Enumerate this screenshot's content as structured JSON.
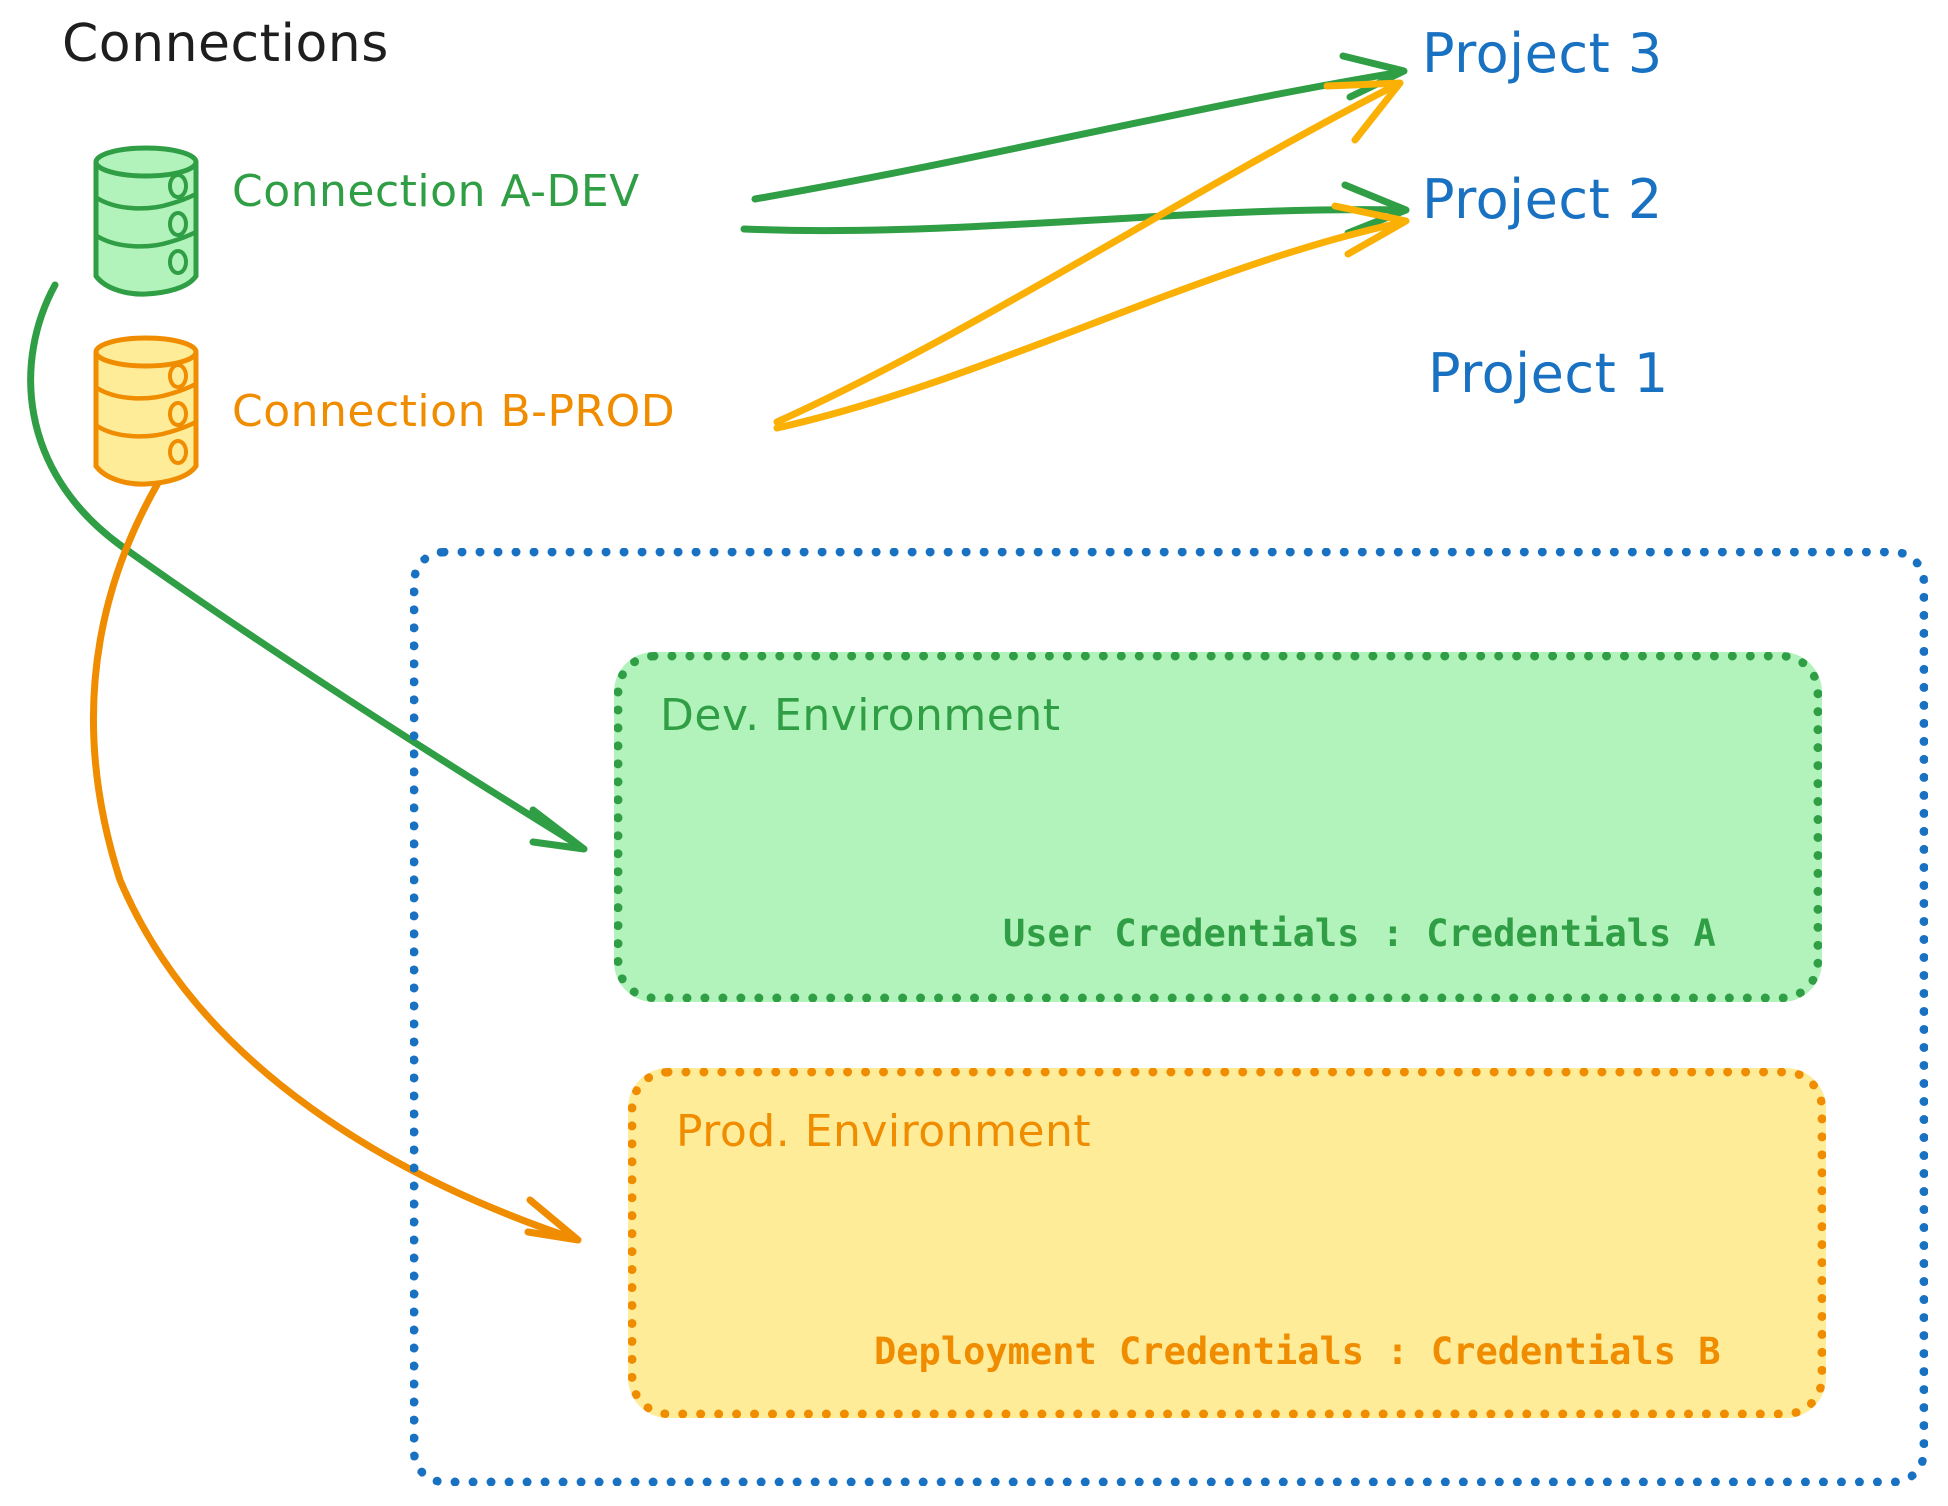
{
  "diagram": {
    "title": "Connections",
    "colors": {
      "green_stroke": "#2f9e44",
      "green_fill": "#b2f2bb",
      "orange_stroke": "#f08c00",
      "orange_fill": "#ffec99",
      "arrow_orange": "#fab005",
      "blue": "#1971c2",
      "black": "#1e1e1e",
      "background": "#ffffff"
    }
  },
  "connections": [
    {
      "id": "a-dev",
      "label": "Connection A-DEV",
      "icon": "database-cylinder-icon",
      "color": "#2f9e44",
      "targets": [
        "Project 3",
        "Project 2",
        "Dev. Environment"
      ]
    },
    {
      "id": "b-prod",
      "label": "Connection B-PROD",
      "icon": "database-cylinder-icon",
      "color": "#f08c00",
      "targets": [
        "Project 3",
        "Project 2",
        "Prod. Environment"
      ]
    }
  ],
  "projects": [
    {
      "id": "project-3",
      "label": "Project 3"
    },
    {
      "id": "project-2",
      "label": "Project 2"
    },
    {
      "id": "project-1",
      "label": "Project 1"
    }
  ],
  "project1": {
    "label": "Project 1",
    "environments": [
      {
        "id": "dev",
        "title": "Dev. Environment",
        "credential_key": "User Credentials",
        "credential_separator": ":",
        "credential_value": "Credentials A",
        "credential_line": "User Credentials : Credentials A",
        "stroke": "#2f9e44",
        "fill": "#b2f2bb"
      },
      {
        "id": "prod",
        "title": "Prod. Environment",
        "credential_key": "Deployment Credentials",
        "credential_separator": ":",
        "credential_value": "Credentials B",
        "credential_line": "Deployment Credentials : Credentials B",
        "stroke": "#f08c00",
        "fill": "#ffec99"
      }
    ]
  },
  "edges": [
    {
      "from": "Connection A-DEV",
      "to": "Project 3",
      "color": "#2f9e44"
    },
    {
      "from": "Connection A-DEV",
      "to": "Project 2",
      "color": "#2f9e44"
    },
    {
      "from": "Connection A-DEV",
      "to": "Dev. Environment",
      "color": "#2f9e44"
    },
    {
      "from": "Connection B-PROD",
      "to": "Project 3",
      "color": "#fab005"
    },
    {
      "from": "Connection B-PROD",
      "to": "Project 2",
      "color": "#fab005"
    },
    {
      "from": "Connection B-PROD",
      "to": "Prod. Environment",
      "color": "#f08c00"
    }
  ]
}
